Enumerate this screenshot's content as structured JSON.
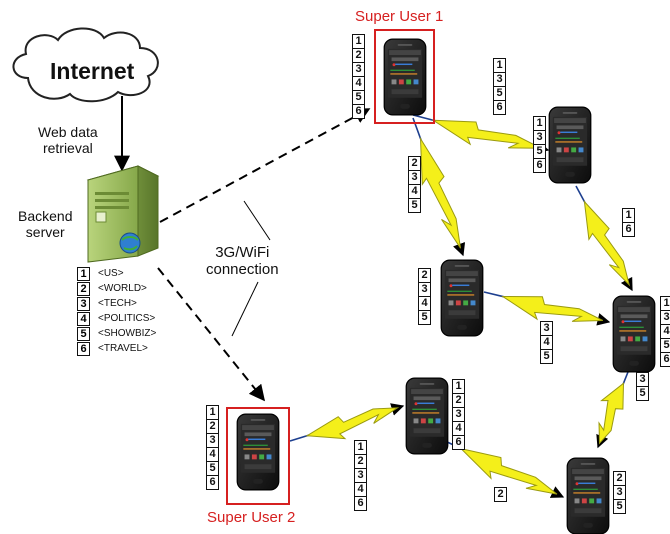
{
  "internet_label": "Internet",
  "retrieval_label_line1": "Web data",
  "retrieval_label_line2": "retrieval",
  "backend_label_line1": "Backend",
  "backend_label_line2": "server",
  "connection_label_line1": "3G/WiFi",
  "connection_label_line2": "connection",
  "super_user_1_label": "Super User 1",
  "super_user_2_label": "Super User 2",
  "categories": [
    {
      "index": "1",
      "name": "<US>"
    },
    {
      "index": "2",
      "name": "<WORLD>"
    },
    {
      "index": "3",
      "name": "<TECH>"
    },
    {
      "index": "4",
      "name": "<POLITICS>"
    },
    {
      "index": "5",
      "name": "<SHOWBIZ>"
    },
    {
      "index": "6",
      "name": "<TRAVEL>"
    }
  ],
  "nodes": [
    {
      "id": "su1",
      "tags": [
        "1",
        "2",
        "3",
        "4",
        "5",
        "6"
      ]
    },
    {
      "id": "n_top_right",
      "tags": [
        "1",
        "3",
        "5",
        "6"
      ]
    },
    {
      "id": "n_mid",
      "tags": [
        "2",
        "3",
        "4",
        "5"
      ]
    },
    {
      "id": "n_right",
      "tags": [
        "1",
        "3",
        "4",
        "5",
        "6"
      ]
    },
    {
      "id": "su2",
      "tags": [
        "1",
        "2",
        "3",
        "4",
        "5",
        "6"
      ]
    },
    {
      "id": "n_bottom_mid",
      "tags": [
        "1",
        "2",
        "3",
        "4",
        "6"
      ]
    },
    {
      "id": "n_bottom_right",
      "tags": [
        "2",
        "3",
        "5"
      ]
    }
  ],
  "links": [
    {
      "id": "l_su1_tr",
      "tags": [
        "1",
        "3",
        "5",
        "6"
      ]
    },
    {
      "id": "l_su1_mid",
      "tags": [
        "2",
        "3",
        "4",
        "5"
      ]
    },
    {
      "id": "l_tr_right",
      "tags": [
        "1",
        "6"
      ]
    },
    {
      "id": "l_mid_right",
      "tags": [
        "3",
        "4",
        "5"
      ]
    },
    {
      "id": "l_right_br",
      "tags": [
        "3",
        "5"
      ]
    },
    {
      "id": "l_su2_bm",
      "tags": [
        "1",
        "2",
        "3",
        "4",
        "6"
      ]
    },
    {
      "id": "l_bm_br",
      "tags": [
        "2"
      ]
    }
  ],
  "colors": {
    "super_user": "#d62020",
    "lightning_fill": "#f4ef1a",
    "lightning_stroke": "#9a9a10",
    "server_green": "#9fc25f",
    "link_blue": "#1d3f8f"
  }
}
